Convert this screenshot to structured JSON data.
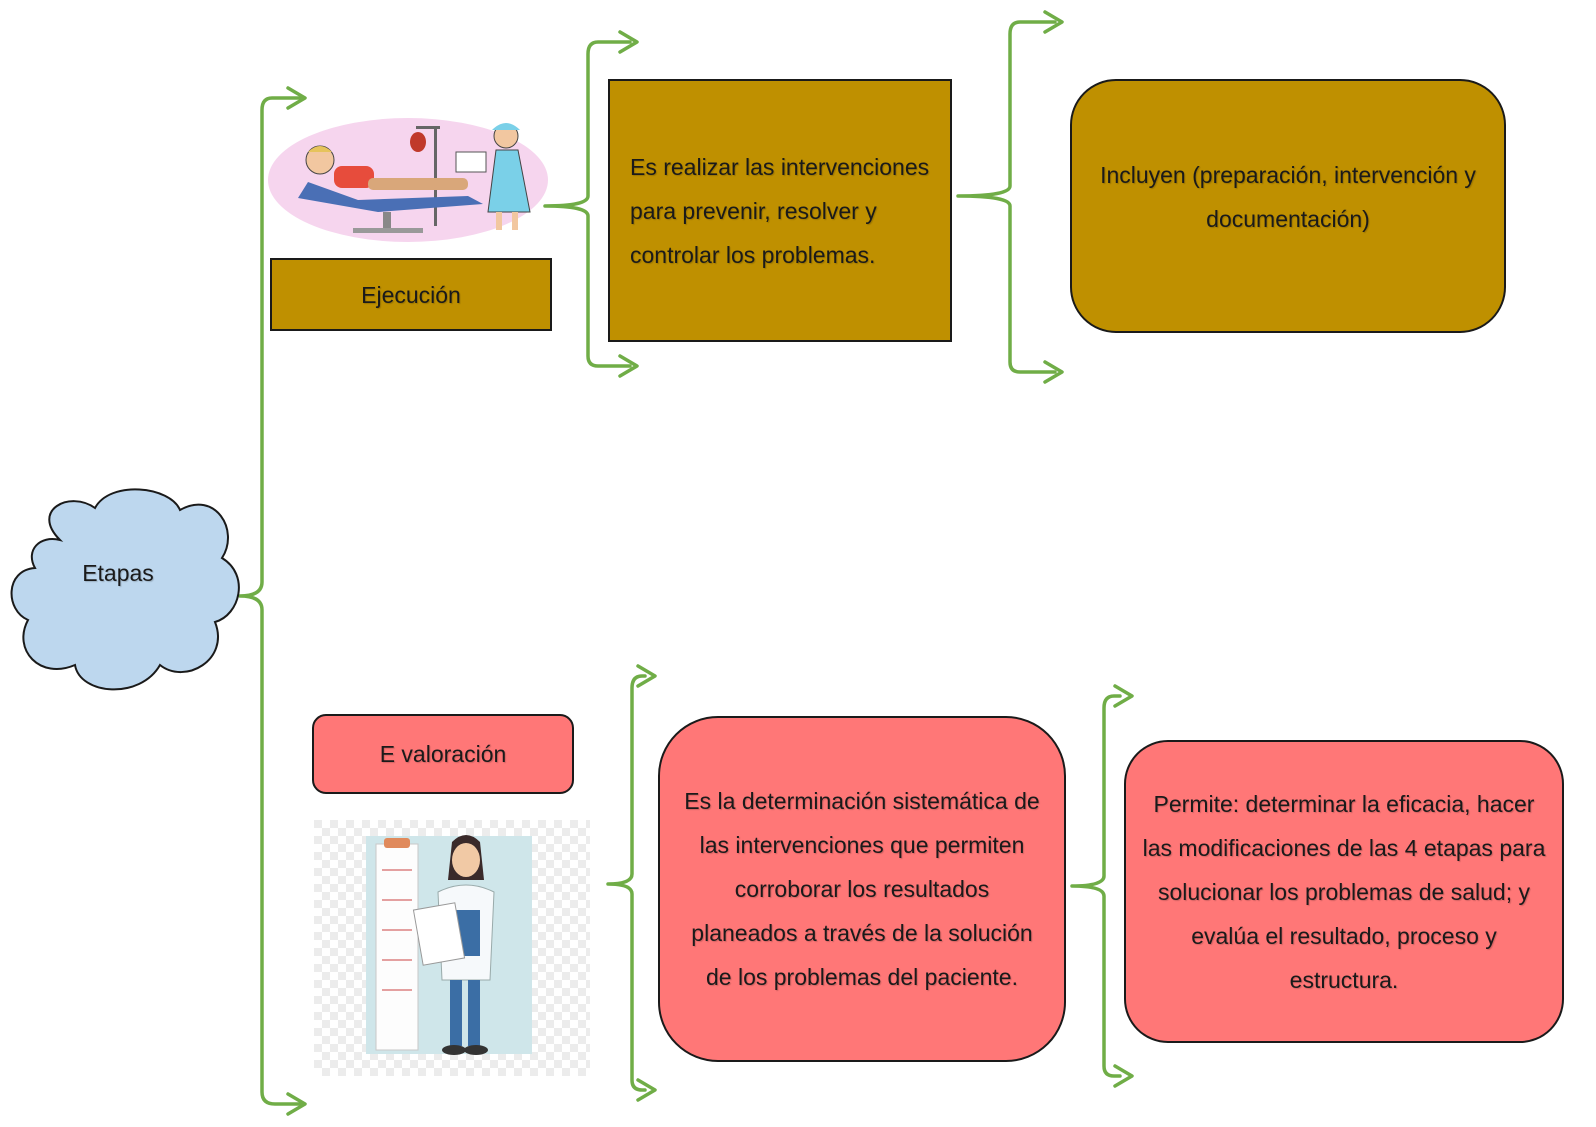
{
  "diagram": {
    "root": {
      "label": "Etapas"
    },
    "ejecucion": {
      "label": "Ejecución",
      "description": "Es realizar las intervenciones para prevenir, resolver y controlar los problemas.",
      "includes": "Incluyen (preparación, intervención y documentación)",
      "illustration": "nurse-with-patient-illustration"
    },
    "evaluacion": {
      "label": "E valoración",
      "description": "Es la determinación sistemática de las intervenciones que permiten corroborar los resultados planeados a través de la solución de los problemas del paciente.",
      "permits": "Permite: determinar la eficacia, hacer las modificaciones de las 4 etapas para solucionar los problemas de salud; y evalúa el resultado, proceso y estructura.",
      "illustration": "doctor-with-clipboard-illustration"
    }
  },
  "colors": {
    "connector": "#70ad47",
    "ejecucion_fill": "#bf9000",
    "evaluacion_fill": "#ff7777",
    "cloud_fill": "#bdd7ee",
    "border": "#1a1a1a"
  }
}
